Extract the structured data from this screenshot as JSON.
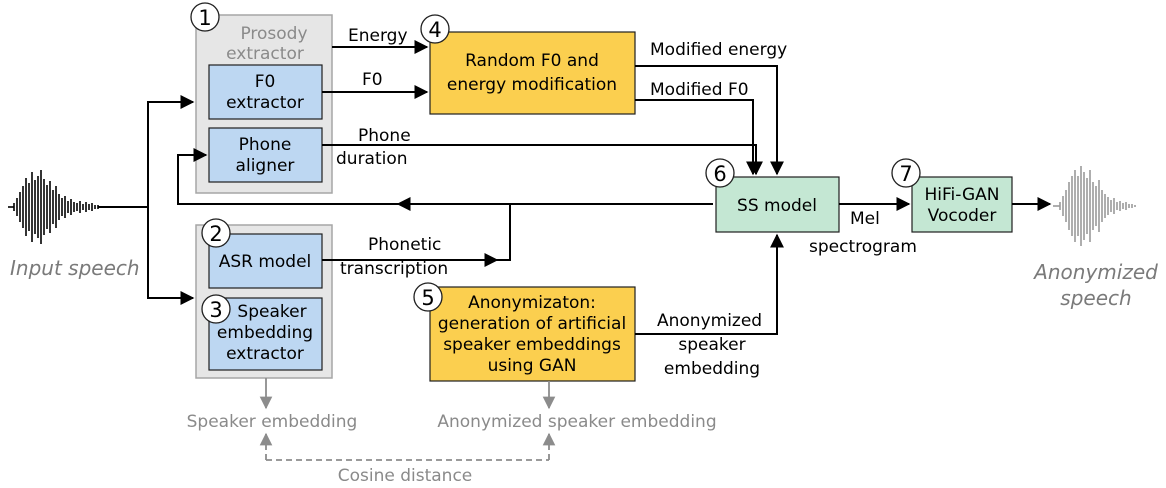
{
  "colors": {
    "group_fill": "#e6e6e6",
    "group_stroke": "#a6a6a6",
    "blue_fill": "#bdd7f2",
    "blue_stroke": "#1f1f1f",
    "orange_fill": "#fbcf4f",
    "green_fill": "#c4e7d3",
    "gray_line": "#8c8c8c"
  },
  "numbers": {
    "n1": "1",
    "n2": "2",
    "n3": "3",
    "n4": "4",
    "n5": "5",
    "n6": "6",
    "n7": "7"
  },
  "input_label": "Input speech",
  "output_label": [
    "Anonymized",
    "speech"
  ],
  "prosody_group": {
    "title": [
      "Prosody",
      "extractor"
    ]
  },
  "f0_extractor": [
    "F0",
    "extractor"
  ],
  "phone_aligner": [
    "Phone",
    "aligner"
  ],
  "asr_model": "ASR model",
  "speaker_extractor": [
    "Speaker",
    "embedding",
    "extractor"
  ],
  "random_mod": [
    "Random F0 and",
    "energy modification"
  ],
  "anonymization": [
    "Anonymizaton:",
    "generation of artificial",
    "speaker embeddings",
    "using GAN"
  ],
  "ss_model": "SS model",
  "hifigan": [
    "HiFi-GAN",
    "Vocoder"
  ],
  "edges": {
    "energy": "Energy",
    "f0": "F0",
    "modified_energy": "Modified energy",
    "modified_f0": "Modified F0",
    "phone_duration": [
      "Phone",
      "duration"
    ],
    "phonetic_transcription": [
      "Phonetic",
      "transcription"
    ],
    "anon_speaker_embedding": [
      "Anonymized",
      "speaker",
      "embedding"
    ],
    "mel_spectrogram": [
      "Mel",
      "spectrogram"
    ]
  },
  "evaluation": {
    "speaker_embedding": "Speaker embedding",
    "anon_speaker_embedding": "Anonymized speaker embedding",
    "cosine_distance": "Cosine distance"
  }
}
